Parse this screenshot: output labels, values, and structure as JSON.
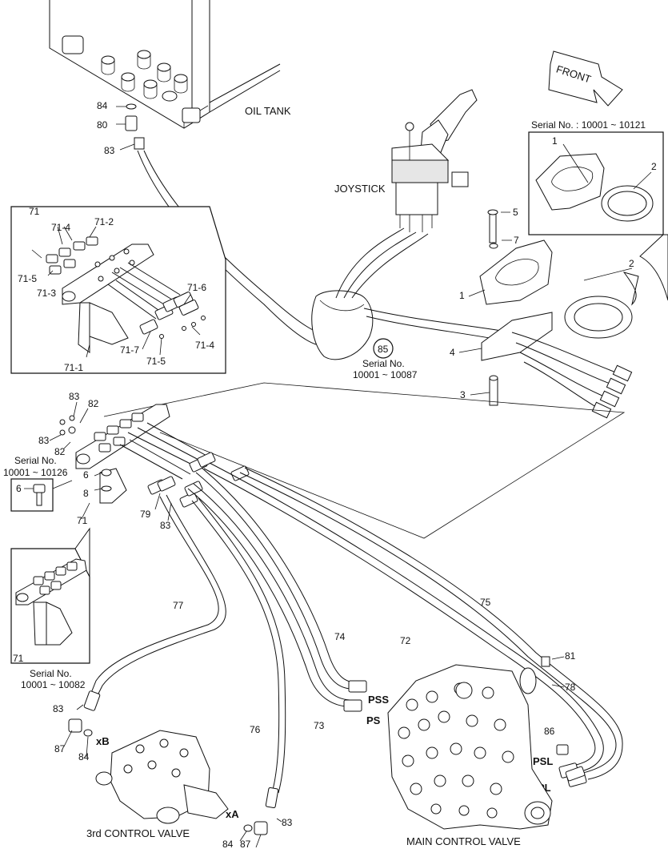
{
  "components": {
    "oil_tank": "OIL TANK",
    "joystick": "JOYSTICK",
    "front": "FRONT",
    "third_control_valve": "3rd CONTROL VALVE",
    "main_control_valve": "MAIN CONTROL VALVE"
  },
  "serial_notes": {
    "top_right": "Serial No. : 10001 ~ 10121",
    "serial_label": "Serial No.",
    "s85_range": "10001 ~ 10087",
    "s6_range": "10001 ~ 10126",
    "s71_range": "10001 ~ 10082"
  },
  "ports": {
    "pss": "PSS",
    "ps": "PS",
    "psl": "PSL",
    "pl": "PL",
    "xb": "xB",
    "xa": "xA"
  },
  "callouts": {
    "c84a": "84",
    "c80": "80",
    "c83a": "83",
    "c71": "71",
    "c71_4a": "71-4",
    "c71_2": "71-2",
    "c71_5a": "71-5",
    "c71_3": "71-3",
    "c71_6": "71-6",
    "c71_4b": "71-4",
    "c71_7": "71-7",
    "c71_5b": "71-5",
    "c71_1": "71-1",
    "c85": "85",
    "c5": "5",
    "c7": "7",
    "c1a": "1",
    "c2a": "2",
    "c1b": "1",
    "c2b": "2",
    "c4": "4",
    "c3": "3",
    "c83b": "83",
    "c82a": "82",
    "c83c": "83",
    "c82b": "82",
    "c6a": "6",
    "c6b": "6",
    "c8": "8",
    "c79": "79",
    "c83d": "83",
    "c71b": "71",
    "c71c": "71",
    "c77": "77",
    "c75": "75",
    "c74": "74",
    "c72": "72",
    "c73": "73",
    "c76": "76",
    "c81": "81",
    "c78": "78",
    "c86": "86",
    "c83e": "83",
    "c87a": "87",
    "c84b": "84",
    "c83f": "83",
    "c84c": "84",
    "c87b": "87"
  }
}
